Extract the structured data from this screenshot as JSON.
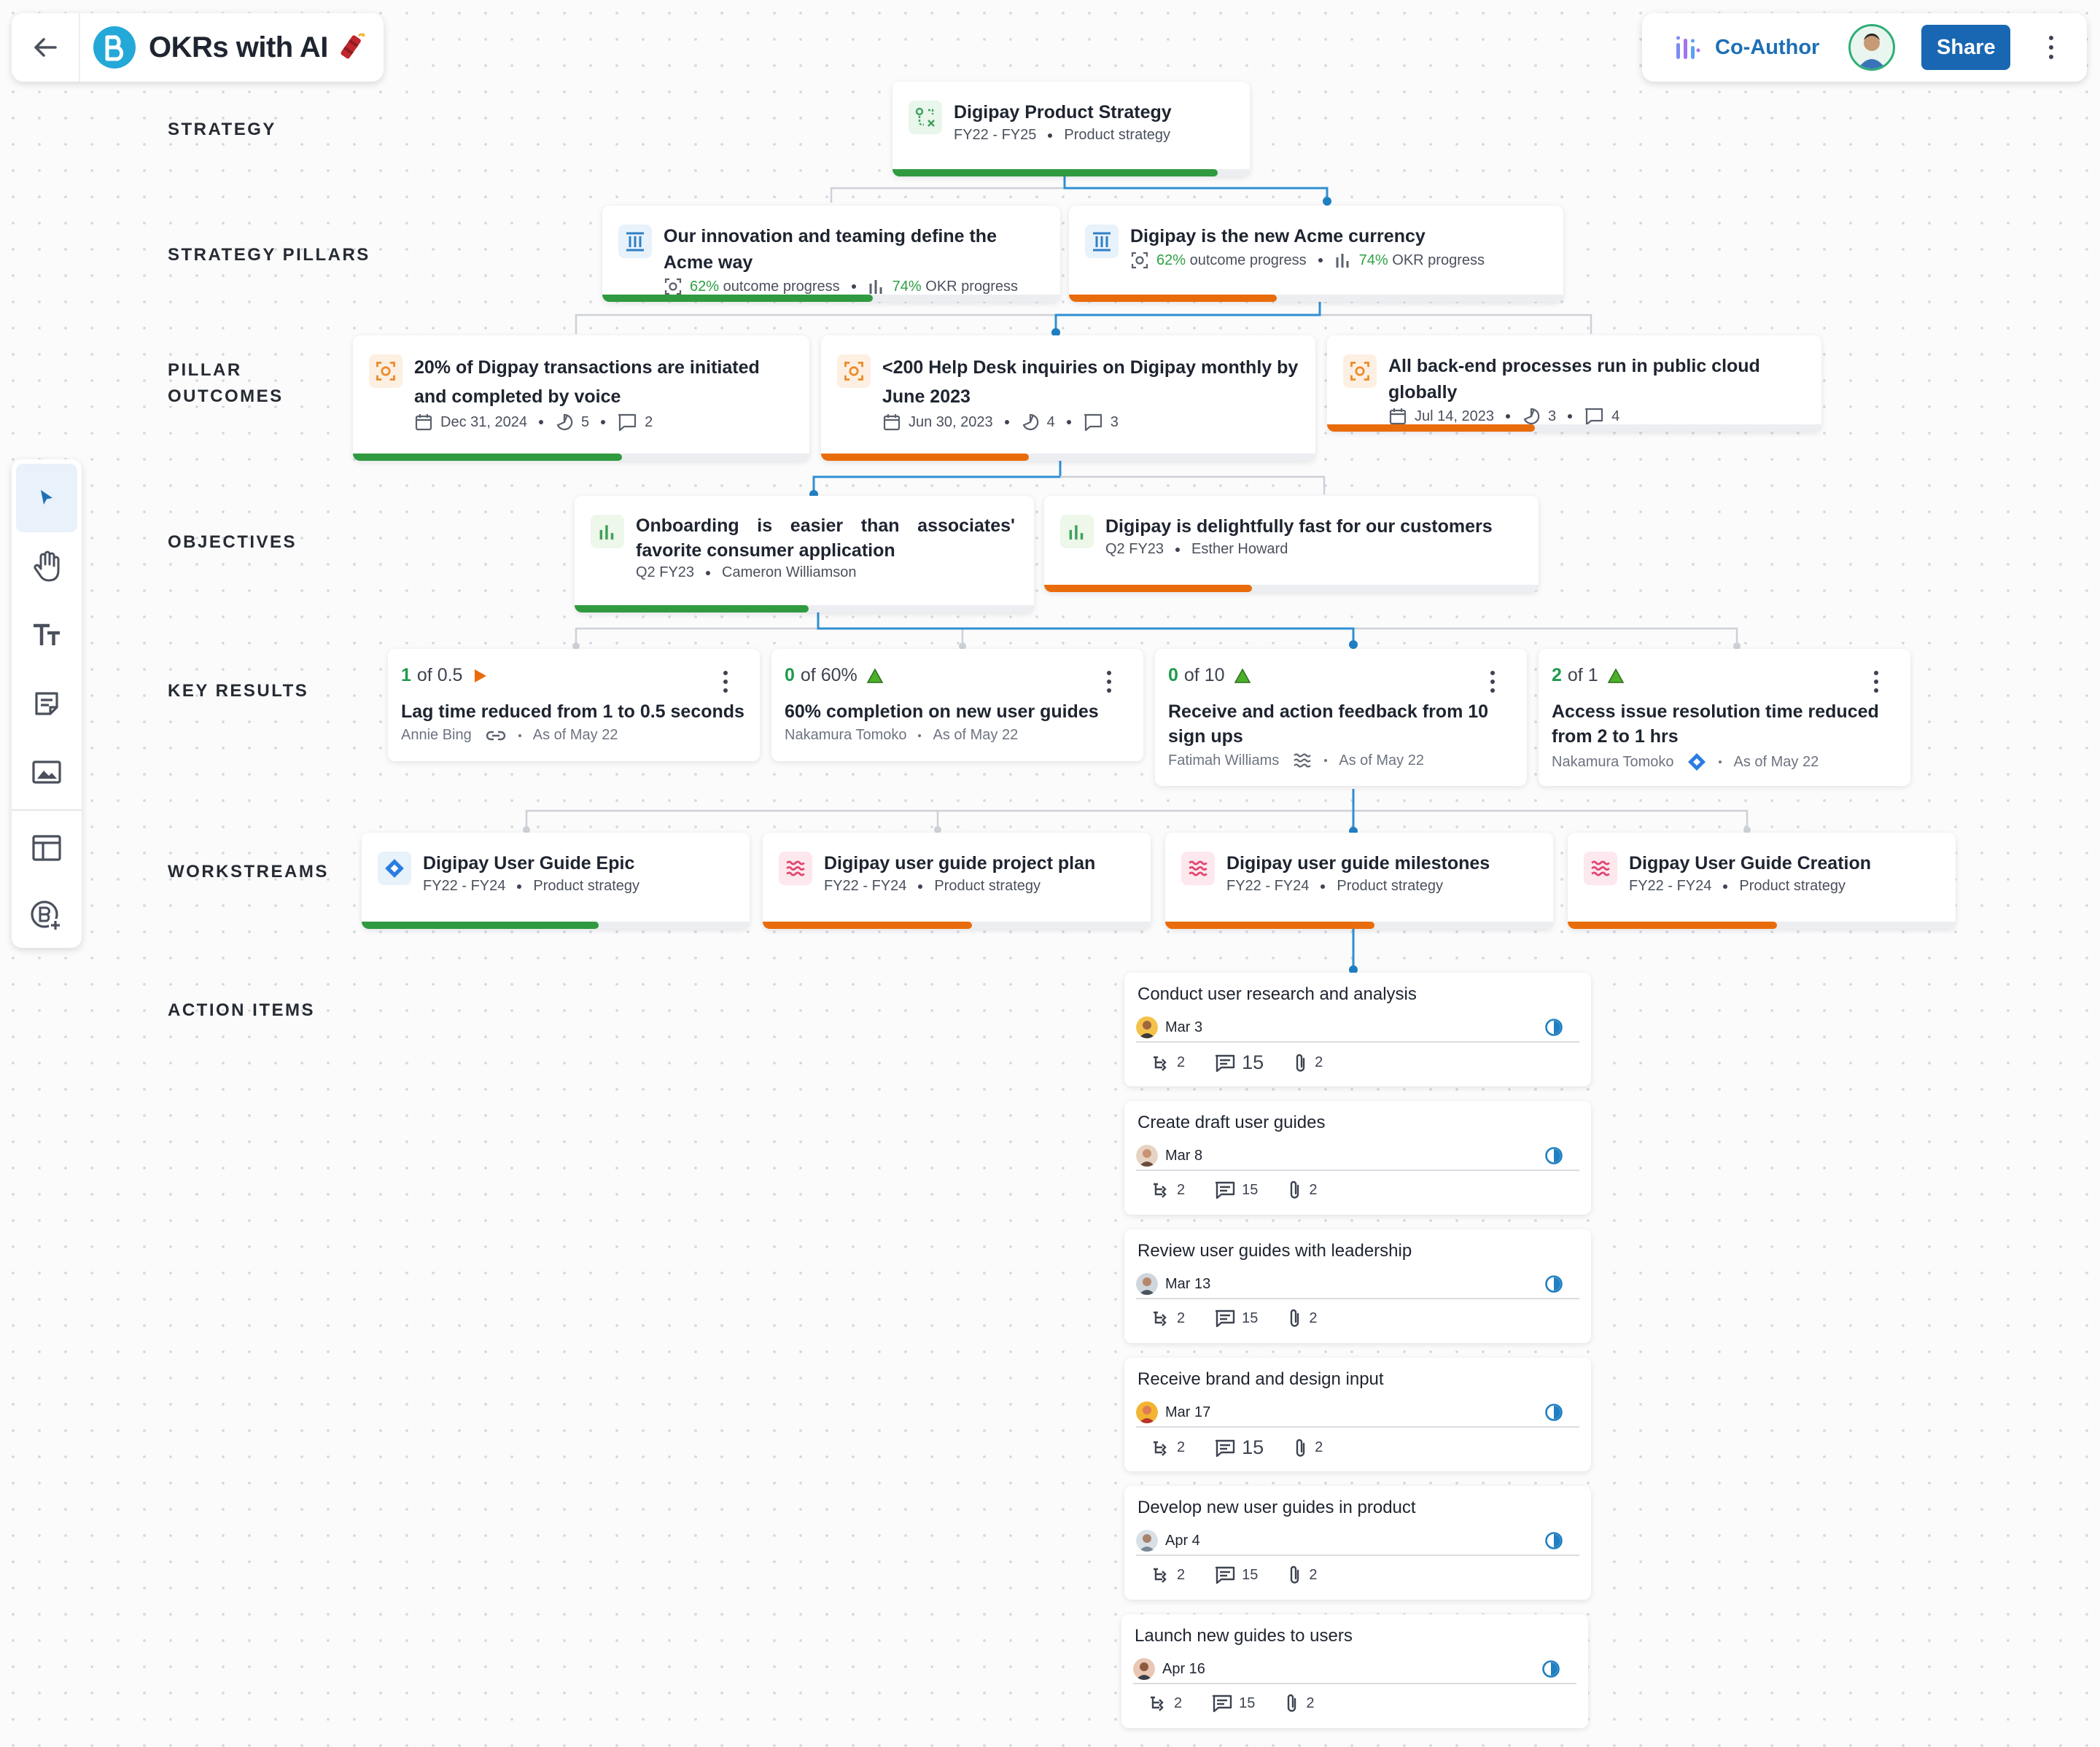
{
  "app": {
    "title": "OKRs with AI"
  },
  "header": {
    "coauthor_label": "Co-Author",
    "share_label": "Share"
  },
  "levels": {
    "strategy": "STRATEGY",
    "strategy_pillars": "STRATEGY PILLARS",
    "pillar_outcomes_1": "PILLAR",
    "pillar_outcomes_2": "OUTCOMES",
    "objectives": "OBJECTIVES",
    "key_results": "KEY RESULTS",
    "workstreams": "WORKSTREAMS",
    "action_items": "ACTION ITEMS"
  },
  "strategy": {
    "title": "Digipay Product Strategy",
    "period": "FY22 - FY25",
    "type": "Product strategy",
    "progress_pct": 91,
    "color": "#2f9a3f"
  },
  "pillars": [
    {
      "title": "Our innovation and teaming define the Acme way",
      "outcome_pct": "62%",
      "outcome_label": "outcome progress",
      "okr_pct": "74%",
      "okr_label": "OKR progress",
      "progress_pct": 59,
      "color": "#2f9a3f"
    },
    {
      "title": "Digipay is the new Acme currency",
      "outcome_pct": "62%",
      "outcome_label": "outcome progress",
      "okr_pct": "74%",
      "okr_label": "OKR progress",
      "progress_pct": 42,
      "color": "#e96c0c"
    }
  ],
  "outcomes": [
    {
      "title": "20% of Digpay transactions are initiated and completed by voice",
      "date": "Dec 31, 2024",
      "checkins": "5",
      "comments": "2",
      "progress_pct": 59,
      "color": "#2f9a3f"
    },
    {
      "title": "<200 Help Desk inquiries on Digipay monthly by June 2023",
      "date": "Jun 30, 2023",
      "checkins": "4",
      "comments": "3",
      "progress_pct": 42,
      "color": "#e96c0c"
    },
    {
      "title": "All back-end processes run in public cloud globally",
      "date": "Jul 14, 2023",
      "checkins": "3",
      "comments": "4",
      "progress_pct": 42,
      "color": "#e96c0c"
    }
  ],
  "objectives": [
    {
      "title": "Onboarding is easier than associates' favorite consumer application",
      "period": "Q2 FY23",
      "owner": "Cameron Williamson",
      "progress_pct": 51,
      "color": "#2f9a3f"
    },
    {
      "title": "Digipay is delightfully fast for our customers",
      "period": "Q2 FY23",
      "owner": "Esther Howard",
      "progress_pct": 42,
      "color": "#e96c0c"
    }
  ],
  "key_results": [
    {
      "current": "1",
      "target": "of 0.5",
      "title": "Lag time reduced from 1 to 0.5 seconds",
      "owner": "Annie Bing",
      "asof": "As of May 22",
      "flag_color": "#e96c0c"
    },
    {
      "current": "0",
      "target": "of 60%",
      "title": "60% completion on new user guides",
      "owner": "Nakamura Tomoko",
      "asof": "As of May 22",
      "flag_color": "#4caf2a"
    },
    {
      "current": "0",
      "target": "of 10",
      "title": "Receive and action feedback from 10 sign ups",
      "owner": "Fatimah Williams",
      "asof": "As of May 22",
      "flag_color": "#4caf2a"
    },
    {
      "current": "2",
      "target": "of 1",
      "title": "Access issue resolution time reduced from 2 to 1 hrs",
      "owner": "Nakamura Tomoko",
      "asof": "As of May 22",
      "flag_color": "#4caf2a"
    }
  ],
  "workstreams": [
    {
      "title": "Digipay User Guide Epic",
      "period": "FY22 - FY24",
      "type": "Product strategy",
      "progress_pct": 61,
      "color": "#2f9a3f",
      "icon": "jira-diamond-icon"
    },
    {
      "title": "Digipay user guide project plan",
      "period": "FY22 - FY24",
      "type": "Product strategy",
      "progress_pct": 54,
      "color": "#e96c0c",
      "icon": "wave-plan-icon"
    },
    {
      "title": "Digipay user guide milestones",
      "period": "FY22 - FY24",
      "type": "Product strategy",
      "progress_pct": 54,
      "color": "#e96c0c",
      "icon": "wave-plan-icon"
    },
    {
      "title": "Digpay User Guide Creation",
      "period": "FY22 - FY24",
      "type": "Product strategy",
      "progress_pct": 54,
      "color": "#e96c0c",
      "icon": "wave-plan-icon"
    }
  ],
  "action_items": [
    {
      "title": "Conduct user research and analysis",
      "date": "Mar 3",
      "subtasks": "2",
      "comments": "15",
      "attachments": "2"
    },
    {
      "title": "Create draft user guides",
      "date": "Mar 8",
      "subtasks": "2",
      "comments": "15",
      "attachments": "2"
    },
    {
      "title": "Review user guides with leadership",
      "date": "Mar 13",
      "subtasks": "2",
      "comments": "15",
      "attachments": "2"
    },
    {
      "title": "Receive brand and design input",
      "date": "Mar 17",
      "subtasks": "2",
      "comments": "15",
      "attachments": "2"
    },
    {
      "title": "Develop new user guides in product",
      "date": "Apr 4",
      "subtasks": "2",
      "comments": "15",
      "attachments": "2"
    },
    {
      "title": "Launch new guides to users",
      "date": "Apr 16",
      "subtasks": "2",
      "comments": "15",
      "attachments": "2"
    }
  ],
  "colors": {
    "accent": "#1967b2",
    "green": "#2f9a3f",
    "orange": "#e96c0c",
    "connector_active": "#2f8fd3"
  }
}
